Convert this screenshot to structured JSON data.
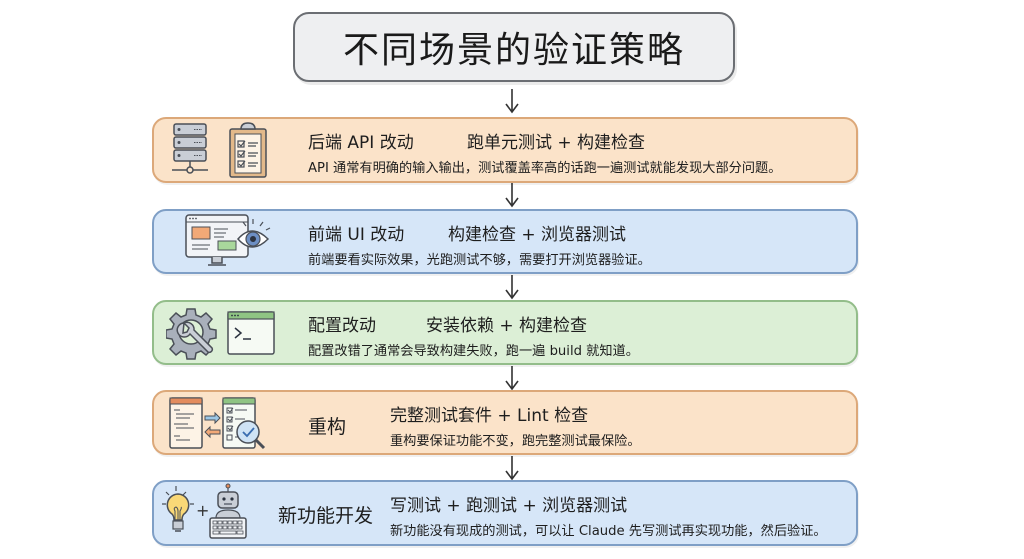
{
  "title": "不同场景的验证策略",
  "colors": {
    "orange_bg": "#fbe3c9",
    "orange_border": "#dca879",
    "blue_bg": "#d6e6f8",
    "blue_border": "#7f9fc6",
    "green_bg": "#dcefd6",
    "green_border": "#93bd8a",
    "title_bg": "#eeeff1"
  },
  "scenarios": [
    {
      "scenario": "后端 API 改动",
      "strategy": "跑单元测试 + 构建检查",
      "description": "API 通常有明确的输入输出，测试覆盖率高的话跑一遍测试就能发现大部分问题。",
      "icons": [
        "server-stack-icon",
        "checklist-clipboard-icon"
      ],
      "theme": "orange"
    },
    {
      "scenario": "前端 UI 改动",
      "strategy": "构建检查 + 浏览器测试",
      "description": "前端要看实际效果，光跑测试不够，需要打开浏览器验证。",
      "icons": [
        "monitor-with-eye-icon"
      ],
      "theme": "blue"
    },
    {
      "scenario": "配置改动",
      "strategy": "安装依赖 + 构建检查",
      "description": "配置改错了通常会导致构建失败，跑一遍 build 就知道。",
      "icons": [
        "gear-wrench-icon",
        "terminal-icon"
      ],
      "theme": "green"
    },
    {
      "scenario": "重构",
      "strategy": "完整测试套件 + Lint 检查",
      "description": "重构要保证功能不变，跑完整测试最保险。",
      "icons": [
        "code-window-icon",
        "swap-arrows-icon",
        "checklist-magnifier-icon"
      ],
      "theme": "orange"
    },
    {
      "scenario": "新功能开发",
      "strategy": "写测试 + 跑测试 + 浏览器测试",
      "description": "新功能没有现成的测试，可以让 Claude 先写测试再实现功能，然后验证。",
      "icons": [
        "lightbulb-icon",
        "plus-icon",
        "robot-keyboard-icon"
      ],
      "theme": "blue"
    }
  ]
}
